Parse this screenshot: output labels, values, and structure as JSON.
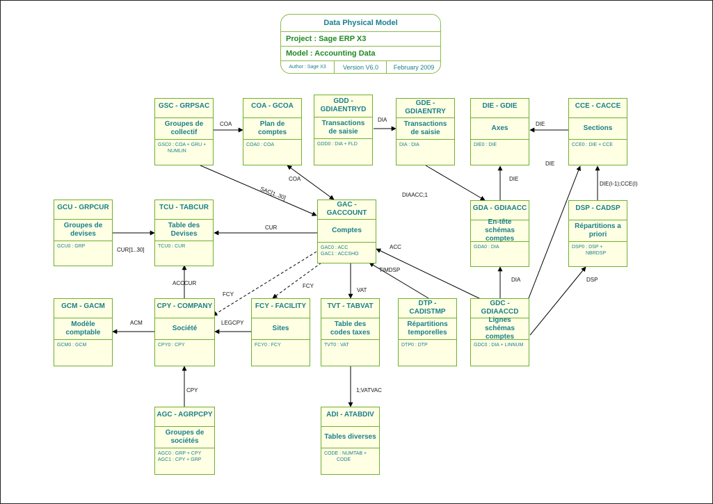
{
  "title_block": {
    "heading": "Data Physical Model",
    "project": "Project : Sage ERP X3",
    "model": "Model   : Accounting Data",
    "author": "Author : Sage  X3",
    "version": "Version V6.0",
    "date": "February 2009"
  },
  "entities": {
    "gsc": {
      "name": "GSC - GRPSAC",
      "label": "Groupes de collectif",
      "keys": [
        "GSC0 : COA + GRU +",
        "NUMLIN"
      ]
    },
    "coa": {
      "name": "COA - GCOA",
      "label": "Plan de comptes",
      "keys": [
        "COA0 : COA"
      ]
    },
    "gdd": {
      "name": "GDD - GDIAENTRYD",
      "label": "Transactions de saisie",
      "keys": [
        "GDD0 : DIA + FLD"
      ]
    },
    "gde": {
      "name": "GDE - GDIAENTRY",
      "label": "Transactions de saisie",
      "keys": [
        "DIA : DIA"
      ]
    },
    "die": {
      "name": "DIE - GDIE",
      "label": "Axes",
      "keys": [
        "DIE0 : DIE"
      ]
    },
    "cce": {
      "name": "CCE - CACCE",
      "label": "Sections",
      "keys": [
        "CCE0 : DIE + CCE"
      ]
    },
    "gcu": {
      "name": "GCU - GRPCUR",
      "label": "Groupes de devises",
      "keys": [
        "GCU0 : GRP"
      ]
    },
    "tcu": {
      "name": "TCU - TABCUR",
      "label": "Table des Devises",
      "keys": [
        "TCU0 : CUR"
      ]
    },
    "gac": {
      "name": "GAC - GACCOUNT",
      "label": "Comptes",
      "keys": [
        "GAC0 : ACC",
        "GAC1 : ACCSHO"
      ]
    },
    "gda": {
      "name": "GDA - GDIAACC",
      "label": "En-tête schémas comptes",
      "keys": [
        "GDA0 : DIA"
      ]
    },
    "dsp": {
      "name": "DSP - CADSP",
      "label": "Répartitions a priori",
      "keys": [
        "DSP0 : DSP +",
        "NBRDSP"
      ]
    },
    "gcm": {
      "name": "GCM - GACM",
      "label": "Modèle comptable",
      "keys": [
        "GCM0 : GCM"
      ]
    },
    "cpy": {
      "name": "CPY - COMPANY",
      "label": "Société",
      "keys": [
        "CPY0 : CPY"
      ]
    },
    "fcy": {
      "name": "FCY - FACILITY",
      "label": "Sites",
      "keys": [
        "FCY0 : FCY"
      ]
    },
    "tvt": {
      "name": "TVT - TABVAT",
      "label": "Table des codes taxes",
      "keys": [
        "TVT0 : VAT"
      ]
    },
    "dtp": {
      "name": "DTP - CADISTMP",
      "label": "Répartitions temporelles",
      "keys": [
        "DTP0 : DTP"
      ]
    },
    "gdc": {
      "name": "GDC - GDIAACCD",
      "label": "Lignes schémas comptes",
      "keys": [
        "GDC0 : DIA + LINNUM"
      ]
    },
    "agc": {
      "name": "AGC - AGRPCPY",
      "label": "Groupes de sociétés",
      "keys": [
        "AGC0 : GRP + CPY",
        "AGC1 : CPY + GRP"
      ]
    },
    "adi": {
      "name": "ADI - ATABDIV",
      "label": "Tables diverses",
      "keys": [
        "CODE : NUMTAB +",
        "CODE"
      ]
    }
  },
  "relations": {
    "coa_gsc": "COA",
    "dia_gdd_gde": "DIA",
    "die_cce": "DIE",
    "sac": "SAC[1..30]",
    "coa_gac": "COA",
    "diaacc": "DIAACC;1",
    "die_gda": "DIE",
    "die_gdc": "DIE",
    "die_dsp": "DIE(I-1);CCE(I)",
    "cur": "CUR",
    "cur30": "CUR[1..30]",
    "acc": "ACC",
    "timdsp": "TIMDSP",
    "acccur": "ACCCUR",
    "fcy1": "FCY",
    "fcy2": "FCY",
    "vat": "VAT",
    "dia_gdc": "DIA",
    "dsp": "DSP",
    "acm": "ACM",
    "legcpy": "LEGCPY",
    "cpy": "CPY",
    "vatvac": "1;VATVAC"
  }
}
